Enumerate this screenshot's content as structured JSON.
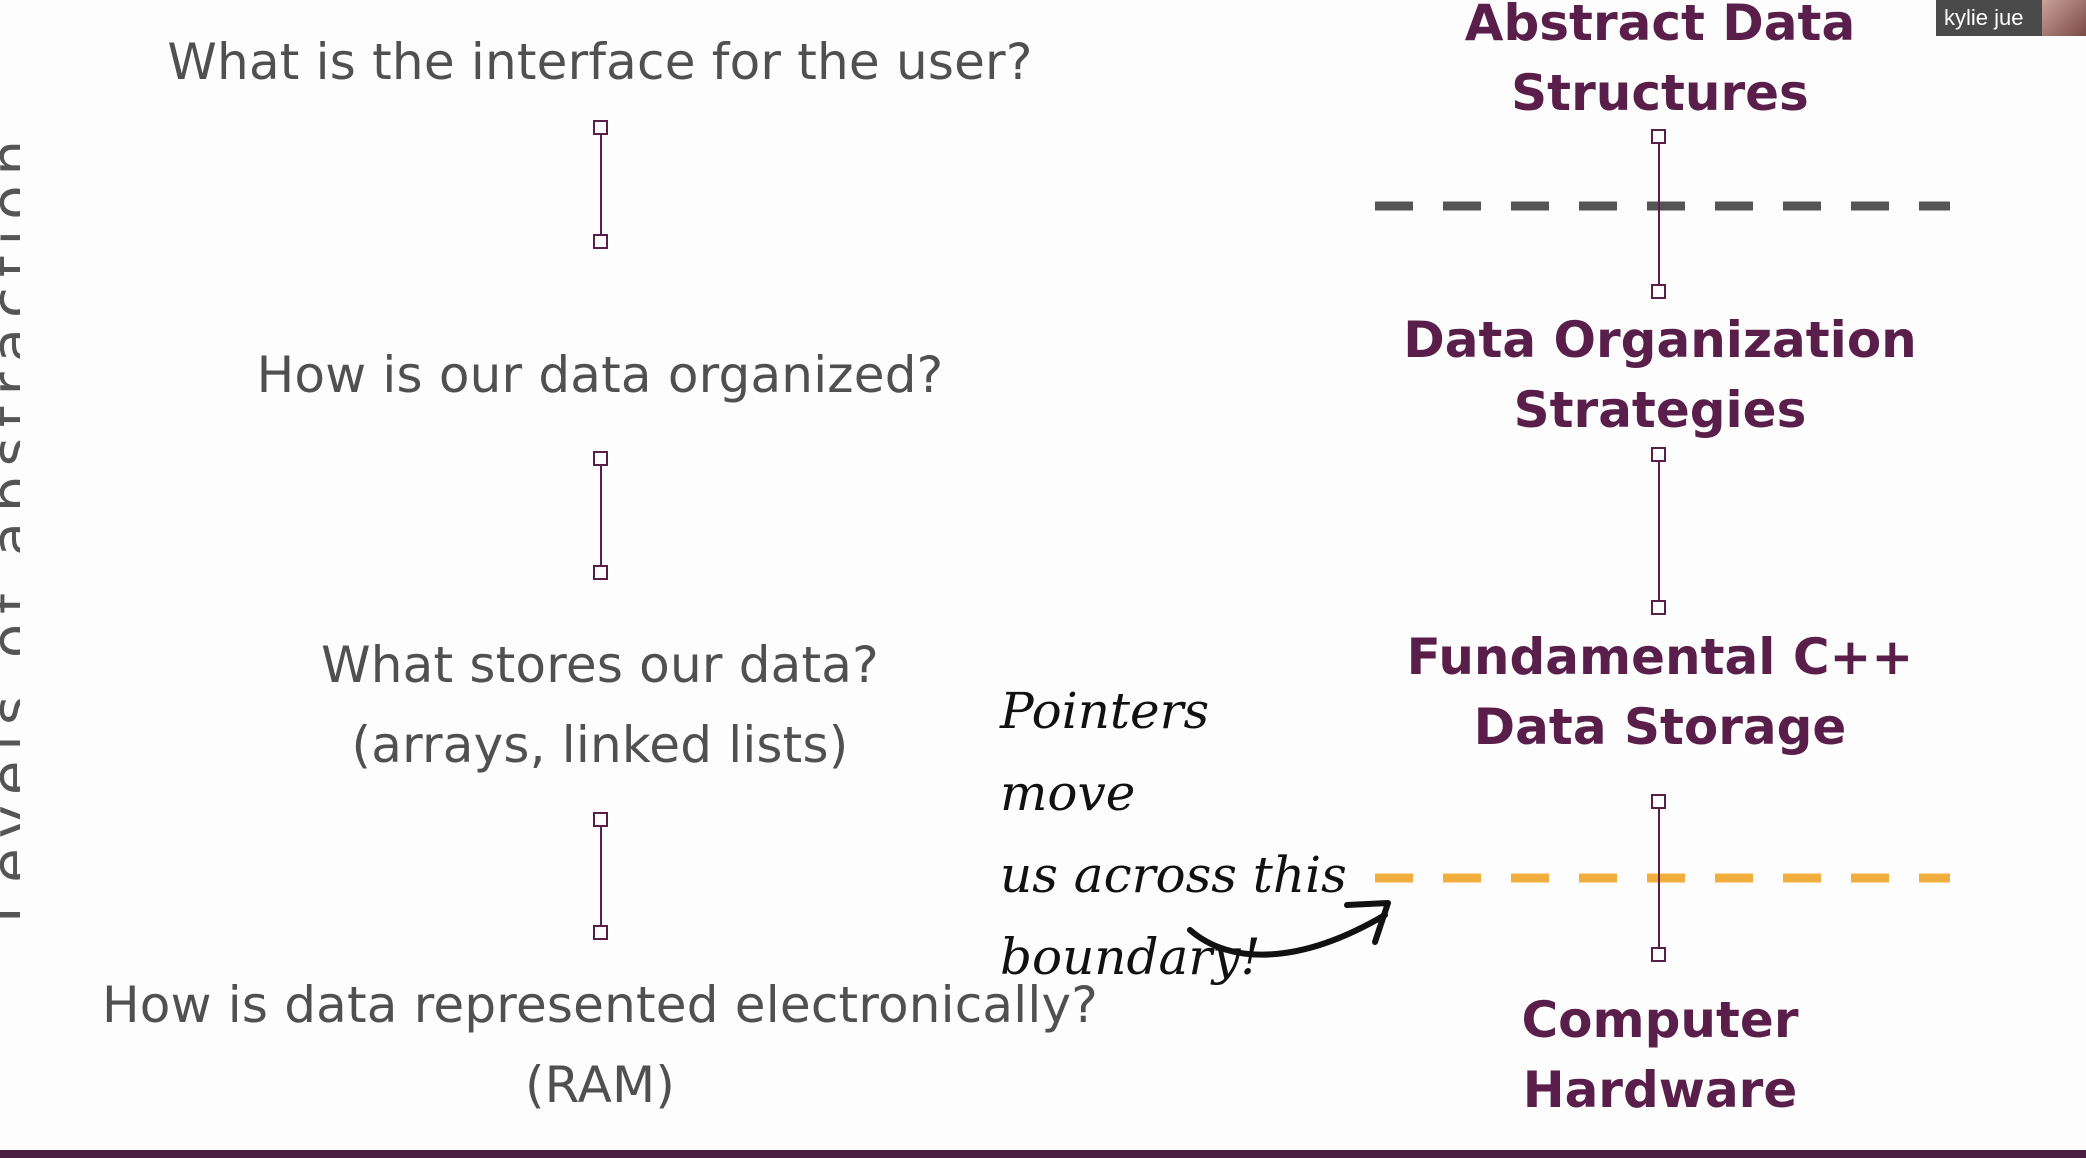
{
  "slide": {
    "vertical_title": "Levels of abstraction",
    "left_questions": [
      {
        "lines": [
          "What is the interface for the user?"
        ]
      },
      {
        "lines": [
          "How is our data organized?"
        ]
      },
      {
        "lines": [
          "What stores our data?",
          "(arrays, linked lists)"
        ]
      },
      {
        "lines": [
          "How is data represented electronically?",
          "(RAM)"
        ]
      }
    ],
    "right_levels": [
      {
        "lines": [
          "Abstract Data",
          "Structures"
        ]
      },
      {
        "lines": [
          "Data Organization",
          "Strategies"
        ]
      },
      {
        "lines": [
          "Fundamental C++",
          "Data Storage"
        ]
      },
      {
        "lines": [
          "Computer",
          "Hardware"
        ]
      }
    ],
    "annotation": {
      "lines": [
        "Pointers move",
        "us across this",
        "boundary!"
      ]
    },
    "colors": {
      "accent": "#5a1e4a",
      "question_text": "#505050",
      "dashed_gray": "#555555",
      "dashed_orange": "#f2ae3d",
      "connector": "#5a1e4a",
      "bottom_bar": "#4b1e44"
    }
  },
  "video": {
    "participant_name": "kylie jue"
  }
}
